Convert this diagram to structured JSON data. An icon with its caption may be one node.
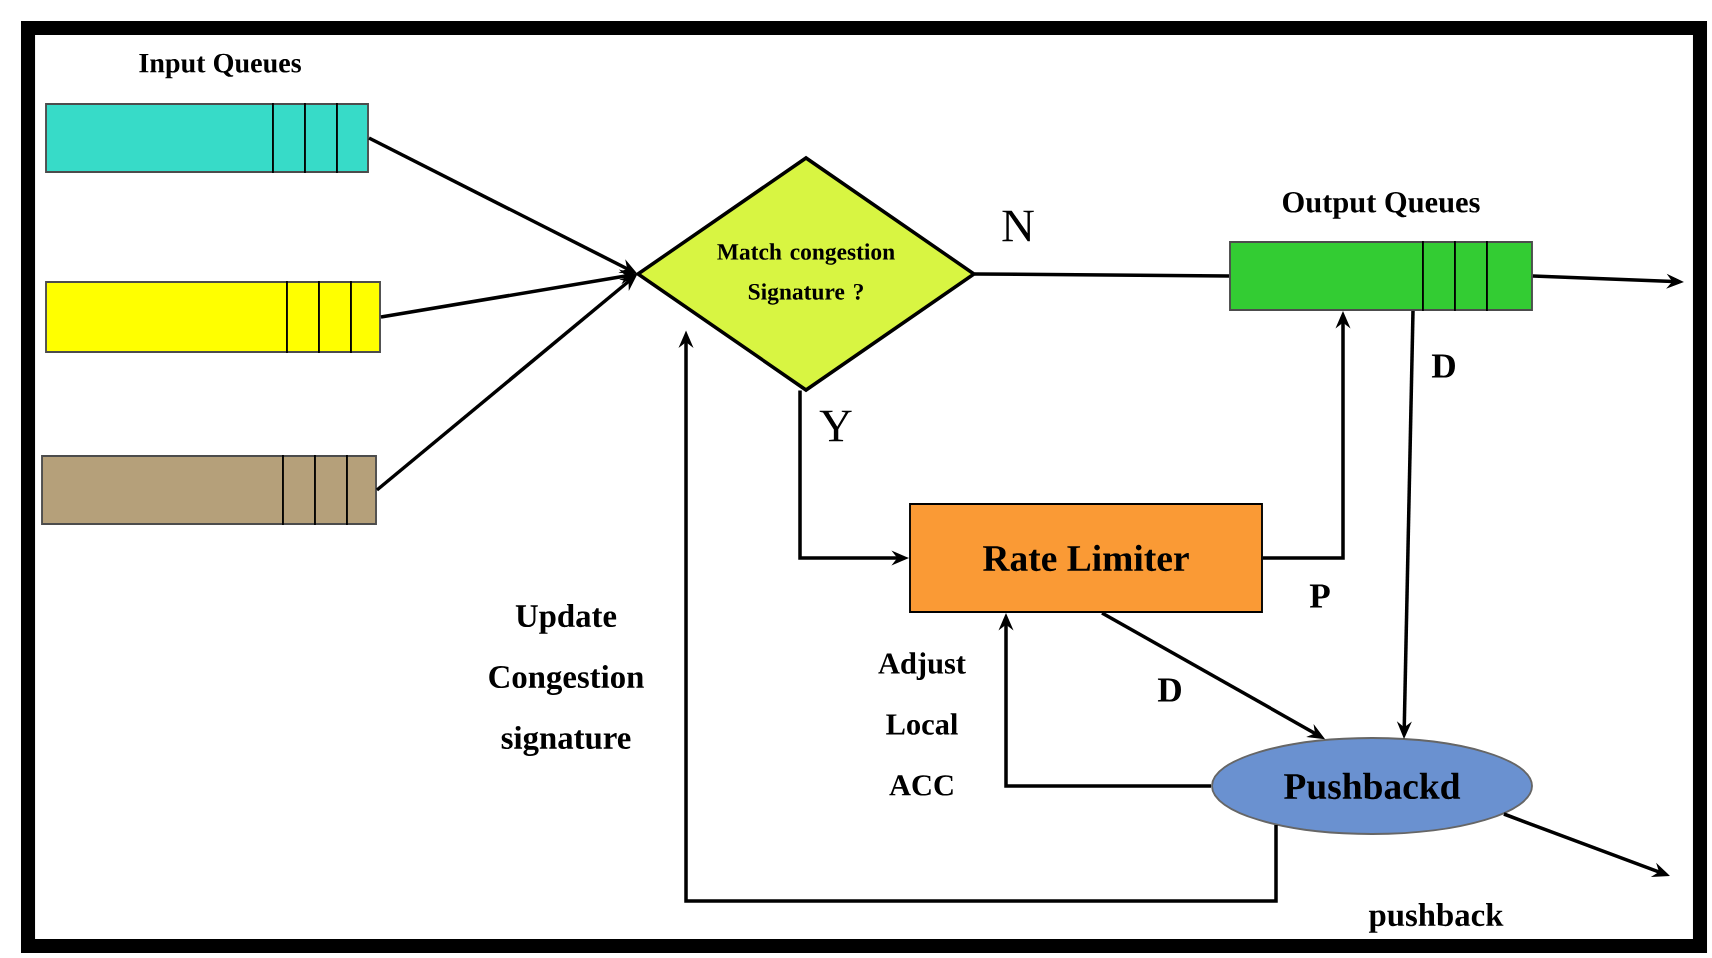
{
  "diagram": {
    "nodes": [
      {
        "text": [],
        "shape": "bar"
      },
      {
        "text": [],
        "shape": "bar"
      },
      {
        "text": [],
        "shape": "bar"
      },
      {
        "text": [
          "Match congestion Signature ?"
        ]
      },
      {
        "text": [
          "Output Queues"
        ]
      },
      {
        "text": [
          "Rate Limiter"
        ]
      },
      {
        "text": [
          "Pushbackd"
        ]
      }
    ],
    "edges": [
      {
        "from": 0,
        "to": 3,
        "arrow": "to"
      },
      {
        "from": 1,
        "to": 3,
        "arrow": "to"
      },
      {
        "from": 2,
        "to": 3,
        "arrow": "to"
      },
      {
        "from": 3,
        "to": 4,
        "arrow": "none",
        "label": "N"
      },
      {
        "from": 3,
        "to": 5,
        "arrow": "to",
        "label": "Y"
      },
      {
        "from": 5,
        "to": 4,
        "arrow": "to",
        "label": "P"
      },
      {
        "from": 4,
        "to": 6,
        "arrow": "to",
        "label": "D"
      },
      {
        "from": 5,
        "to": 6,
        "arrow": "to",
        "label": "D"
      },
      {
        "from": 6,
        "to": 5,
        "arrow": "to",
        "label": "Adjust Local ACC"
      },
      {
        "from": 6,
        "to": 3,
        "arrow": "to",
        "label": "Update Congestion signature"
      },
      {
        "from": 4,
        "to": null,
        "arrow": "to"
      },
      {
        "from": 6,
        "to": null,
        "arrow": "to",
        "label": "pushback"
      }
    ],
    "labels": [
      "Input Queues"
    ]
  }
}
